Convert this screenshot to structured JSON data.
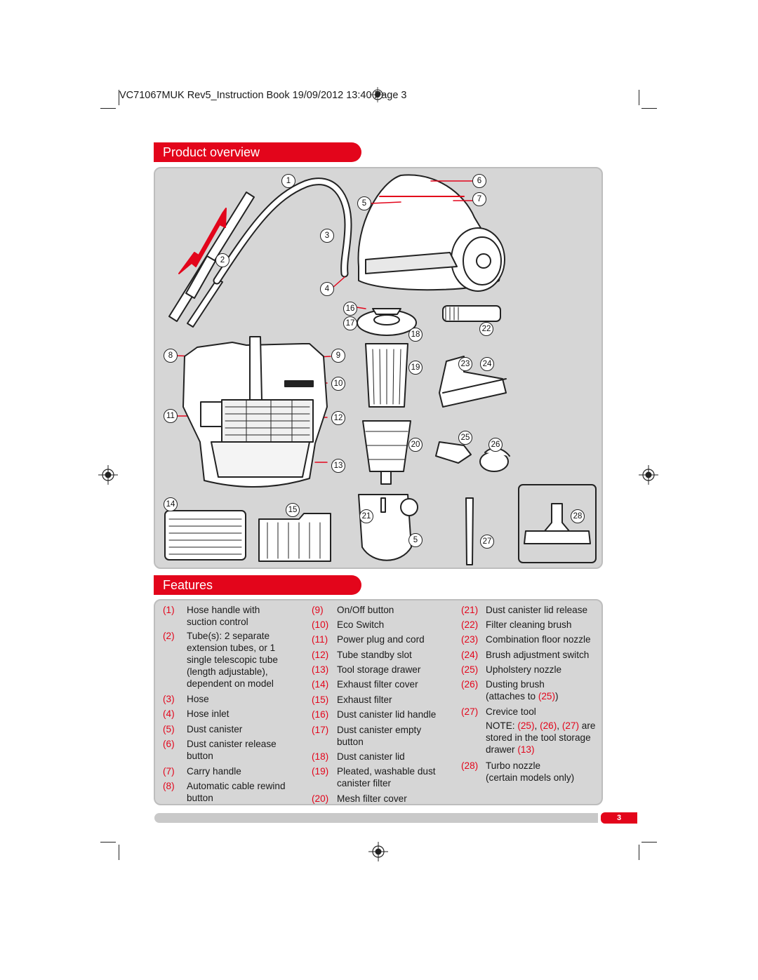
{
  "header": {
    "print_slug": "VC71067MUK Rev5_Instruction Book  19/09/2012  13:40  Page 3"
  },
  "sections": {
    "overview_title": "Product overview",
    "features_title": "Features"
  },
  "callouts": [
    "1",
    "2",
    "3",
    "4",
    "5",
    "6",
    "7",
    "8",
    "9",
    "10",
    "11",
    "12",
    "13",
    "14",
    "15",
    "16",
    "17",
    "18",
    "19",
    "20",
    "21",
    "22",
    "23",
    "24",
    "25",
    "26",
    "27",
    "28"
  ],
  "extra_callout": "5",
  "features": [
    {
      "num": "(1)",
      "text": "Hose handle with\nsuction control"
    },
    {
      "num": "(2)",
      "text": "Tube(s): 2 separate\nextension tubes, or 1\nsingle telescopic tube\n(length adjustable),\ndependent on model"
    },
    {
      "num": "(3)",
      "text": "Hose"
    },
    {
      "num": "(4)",
      "text": "Hose inlet"
    },
    {
      "num": "(5)",
      "text": "Dust canister"
    },
    {
      "num": "(6)",
      "text": "Dust canister release\nbutton"
    },
    {
      "num": "(7)",
      "text": "Carry handle"
    },
    {
      "num": "(8)",
      "text": "Automatic cable rewind\nbutton"
    },
    {
      "num": "(9)",
      "text": "On/Off button"
    },
    {
      "num": "(10)",
      "text": "Eco Switch"
    },
    {
      "num": "(11)",
      "text": "Power plug and cord"
    },
    {
      "num": "(12)",
      "text": "Tube standby slot"
    },
    {
      "num": "(13)",
      "text": "Tool storage drawer"
    },
    {
      "num": "(14)",
      "text": "Exhaust filter cover"
    },
    {
      "num": "(15)",
      "text": "Exhaust filter"
    },
    {
      "num": "(16)",
      "text": "Dust canister lid handle"
    },
    {
      "num": "(17)",
      "text": "Dust canister empty\nbutton"
    },
    {
      "num": "(18)",
      "text": "Dust canister lid"
    },
    {
      "num": "(19)",
      "text": "Pleated, washable dust\ncanister filter"
    },
    {
      "num": "(20)",
      "text": "Mesh filter cover"
    },
    {
      "num": "(21)",
      "text": "Dust canister lid release"
    },
    {
      "num": "(22)",
      "text": "Filter cleaning brush"
    },
    {
      "num": "(23)",
      "text": "Combination floor nozzle"
    },
    {
      "num": "(24)",
      "text": "Brush adjustment switch"
    },
    {
      "num": "(25)",
      "text": "Upholstery nozzle"
    },
    {
      "num": "(26)",
      "text": "Dusting brush"
    },
    {
      "num": "(27)",
      "text": "Crevice tool"
    },
    {
      "num": "(28)",
      "text": "Turbo nozzle\n(certain models only)"
    }
  ],
  "feature_26_suffix": {
    "pre": "(attaches to ",
    "ref": "(25)",
    "post": ")"
  },
  "note": {
    "label": "NOTE: ",
    "r1": "(25)",
    "sep1": ", ",
    "r2": "(26)",
    "sep2": ", ",
    "r3": "(27)",
    "tail1": " are",
    "line2": "stored in the tool storage",
    "line3_pre": "drawer ",
    "r4": "(13)"
  },
  "page_number": "3",
  "colors": {
    "accent": "#e3051b",
    "panel": "#d6d6d6"
  }
}
